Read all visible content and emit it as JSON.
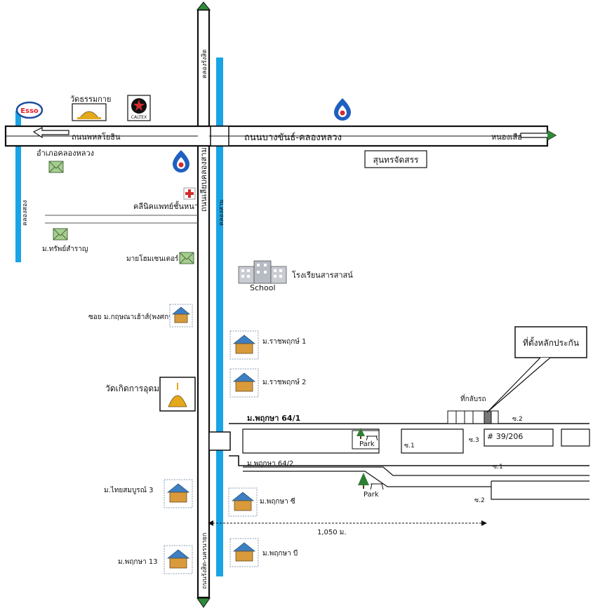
{
  "roads": {
    "main_road": "ถนนบางขันธ์-คลองหลวง",
    "west_road": "ถนนพหลโยธิน",
    "east_end": "หนองเสือ",
    "side_road": "ถนนเลียบคลองสาม",
    "south_road": "ถนนรังสิต-นครนายก",
    "north_road": "คลองรังสิต"
  },
  "canals": {
    "left_canal": "คลองสอง",
    "center_canal": "คลองสาม"
  },
  "places": {
    "esso": "Esso",
    "caltex": "CALTEX",
    "wat_thammakai": "วัดธรรมกาย",
    "amphoe": "อำเภอคลองหลวง",
    "pitak": "ม.ทรัพย์สำราญ",
    "clinic": "คลีนิคแพทย์ชั้นหนา",
    "mayhome": "มายโฮมเซนเตอร์",
    "school_word": "School",
    "school_name": "โรงเรียนสารสาสน์",
    "soi": "ซอย ม.กฤษณาเฮ้าส์(พงศกร)",
    "sunthon": "สุนทรจัดสรร",
    "rat1": "ม.ราชพฤกษ์ 1",
    "rat2": "ม.ราชพฤกษ์ 2",
    "wat_kerd": "วัดเกิดการอุดม",
    "thaisombun": "ม.ไทยสมบูรณ์ 3",
    "pruksa_c": "ม.พฤกษา ซี",
    "pruksa_b": "ม.พฤกษา บี",
    "pruksa13": "ม.พฤกษา 13"
  },
  "village": {
    "main_soi": "ม.พฤกษา 64/1",
    "second_soi": "ม.พฤกษา 64/2",
    "park1": "Park",
    "park2": "Park",
    "s1_a": "ซ.1",
    "s1_b": "ซ.1",
    "s2_a": "ซ.2",
    "s2_b": "ซ.2",
    "s3": "ซ.3",
    "house_no": "# 39/206",
    "uturn": "ที่กลับรถ",
    "callout": "ที่ตั้งหลักประกัน",
    "distance": "1,050 ม."
  },
  "colors": {
    "canal": "#1aa4e6",
    "arrow": "#2e8b3a",
    "pump_blue": "#1f5fbf",
    "pump_red": "#d62b2b",
    "esso_red": "#e4202a",
    "esso_blue": "#1d4e9e",
    "temple_gold": "#e4a91a"
  },
  "icons": [
    "gas-pump-icon",
    "temple-icon",
    "mail-icon",
    "house-icon",
    "red-cross-icon",
    "school-building-icon",
    "park-tree-icon",
    "arrow-icon"
  ]
}
